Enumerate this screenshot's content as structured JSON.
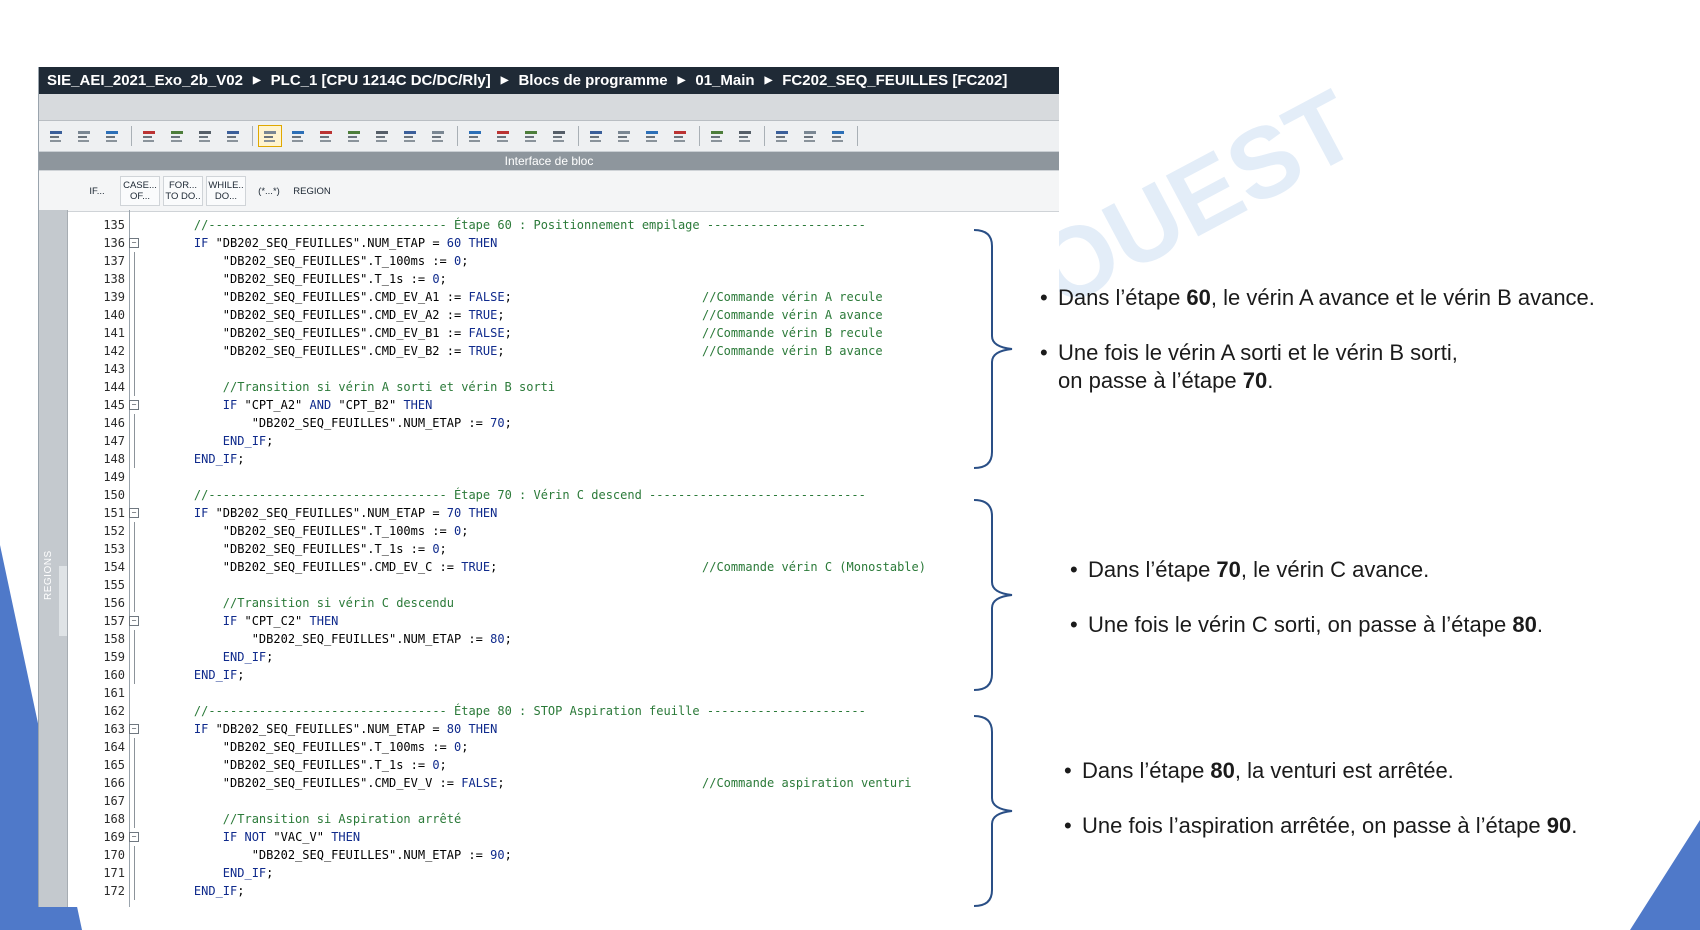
{
  "breadcrumb": [
    "SIE_AEI_2021_Exo_2b_V02",
    "PLC_1 [CPU 1214C DC/DC/Rly]",
    "Blocs de programme",
    "01_Main",
    "FC202_SEQ_FEUILLES [FC202]"
  ],
  "interface_bar_label": "Interface de bloc",
  "snippets": [
    {
      "l1": "IF...",
      "l2": ""
    },
    {
      "l1": "CASE...",
      "l2": "OF..."
    },
    {
      "l1": "FOR...",
      "l2": "TO DO.."
    },
    {
      "l1": "WHILE..",
      "l2": "DO..."
    },
    {
      "l1": "(*...*)",
      "l2": ""
    },
    {
      "l1": "REGION",
      "l2": ""
    }
  ],
  "regions_label": "REGIONS",
  "code_lines": [
    {
      "n": "135",
      "t": "    //--------------------------------- Étape 60 : Positionnement empilage ----------------------"
    },
    {
      "n": "136",
      "t": "    IF \"DB202_SEQ_FEUILLES\".NUM_ETAP = 60 THEN"
    },
    {
      "n": "137",
      "t": "        \"DB202_SEQ_FEUILLES\".T_100ms := 0;"
    },
    {
      "n": "138",
      "t": "        \"DB202_SEQ_FEUILLES\".T_1s := 0;"
    },
    {
      "n": "139",
      "t": "        \"DB202_SEQ_FEUILLES\".CMD_EV_A1 := FALSE;",
      "c": "//Commande vérin A recule"
    },
    {
      "n": "140",
      "t": "        \"DB202_SEQ_FEUILLES\".CMD_EV_A2 := TRUE;",
      "c": "//Commande vérin A avance"
    },
    {
      "n": "141",
      "t": "        \"DB202_SEQ_FEUILLES\".CMD_EV_B1 := FALSE;",
      "c": "//Commande vérin B recule"
    },
    {
      "n": "142",
      "t": "        \"DB202_SEQ_FEUILLES\".CMD_EV_B2 := TRUE;",
      "c": "//Commande vérin B avance"
    },
    {
      "n": "143",
      "t": ""
    },
    {
      "n": "144",
      "t": "        //Transition si vérin A sorti et vérin B sorti"
    },
    {
      "n": "145",
      "t": "        IF \"CPT_A2\" AND \"CPT_B2\" THEN"
    },
    {
      "n": "146",
      "t": "            \"DB202_SEQ_FEUILLES\".NUM_ETAP := 70;"
    },
    {
      "n": "147",
      "t": "        END_IF;"
    },
    {
      "n": "148",
      "t": "    END_IF;"
    },
    {
      "n": "149",
      "t": ""
    },
    {
      "n": "150",
      "t": "    //--------------------------------- Étape 70 : Vérin C descend ------------------------------"
    },
    {
      "n": "151",
      "t": "    IF \"DB202_SEQ_FEUILLES\".NUM_ETAP = 70 THEN"
    },
    {
      "n": "152",
      "t": "        \"DB202_SEQ_FEUILLES\".T_100ms := 0;"
    },
    {
      "n": "153",
      "t": "        \"DB202_SEQ_FEUILLES\".T_1s := 0;"
    },
    {
      "n": "154",
      "t": "        \"DB202_SEQ_FEUILLES\".CMD_EV_C := TRUE;",
      "c": "//Commande vérin C (Monostable)"
    },
    {
      "n": "155",
      "t": ""
    },
    {
      "n": "156",
      "t": "        //Transition si vérin C descendu"
    },
    {
      "n": "157",
      "t": "        IF \"CPT_C2\" THEN"
    },
    {
      "n": "158",
      "t": "            \"DB202_SEQ_FEUILLES\".NUM_ETAP := 80;"
    },
    {
      "n": "159",
      "t": "        END_IF;"
    },
    {
      "n": "160",
      "t": "    END_IF;"
    },
    {
      "n": "161",
      "t": ""
    },
    {
      "n": "162",
      "t": "    //--------------------------------- Étape 80 : STOP Aspiration feuille ----------------------"
    },
    {
      "n": "163",
      "t": "    IF \"DB202_SEQ_FEUILLES\".NUM_ETAP = 80 THEN"
    },
    {
      "n": "164",
      "t": "        \"DB202_SEQ_FEUILLES\".T_100ms := 0;"
    },
    {
      "n": "165",
      "t": "        \"DB202_SEQ_FEUILLES\".T_1s := 0;"
    },
    {
      "n": "166",
      "t": "        \"DB202_SEQ_FEUILLES\".CMD_EV_V := FALSE;",
      "c": "//Commande aspiration venturi"
    },
    {
      "n": "167",
      "t": ""
    },
    {
      "n": "168",
      "t": "        //Transition si Aspiration arrêté"
    },
    {
      "n": "169",
      "t": "        IF NOT \"VAC_V\" THEN"
    },
    {
      "n": "170",
      "t": "            \"DB202_SEQ_FEUILLES\".NUM_ETAP := 90;"
    },
    {
      "n": "171",
      "t": "        END_IF;"
    },
    {
      "n": "172",
      "t": "    END_IF;"
    }
  ],
  "annotations": {
    "a1": {
      "pre": "Dans l’étape ",
      "b": "60",
      "post": ", le vérin A avance et le vérin B avance."
    },
    "a2_l1": "Une fois le vérin A sorti et le vérin B sorti,",
    "a2_l2": {
      "pre": "on passe à l’étape ",
      "b": "70",
      "post": "."
    },
    "b1": {
      "pre": "Dans l’étape ",
      "b": "70",
      "post": ", le vérin C avance."
    },
    "b2": {
      "pre": "Une fois le vérin C sorti, on passe à l’étape ",
      "b": "80",
      "post": "."
    },
    "c1": {
      "pre": "Dans l’étape ",
      "b": "80",
      "post": ", la venturi est arrêtée."
    },
    "c2": {
      "pre": "Une fois l’aspiration arrêtée, on passe à l’étape ",
      "b": "90",
      "post": "."
    }
  },
  "watermark": "OUEST",
  "colors": {
    "accent_blue": "#4f79c9",
    "brace": "#2a4f86",
    "breadcrumb_bg": "#1f2a36"
  }
}
